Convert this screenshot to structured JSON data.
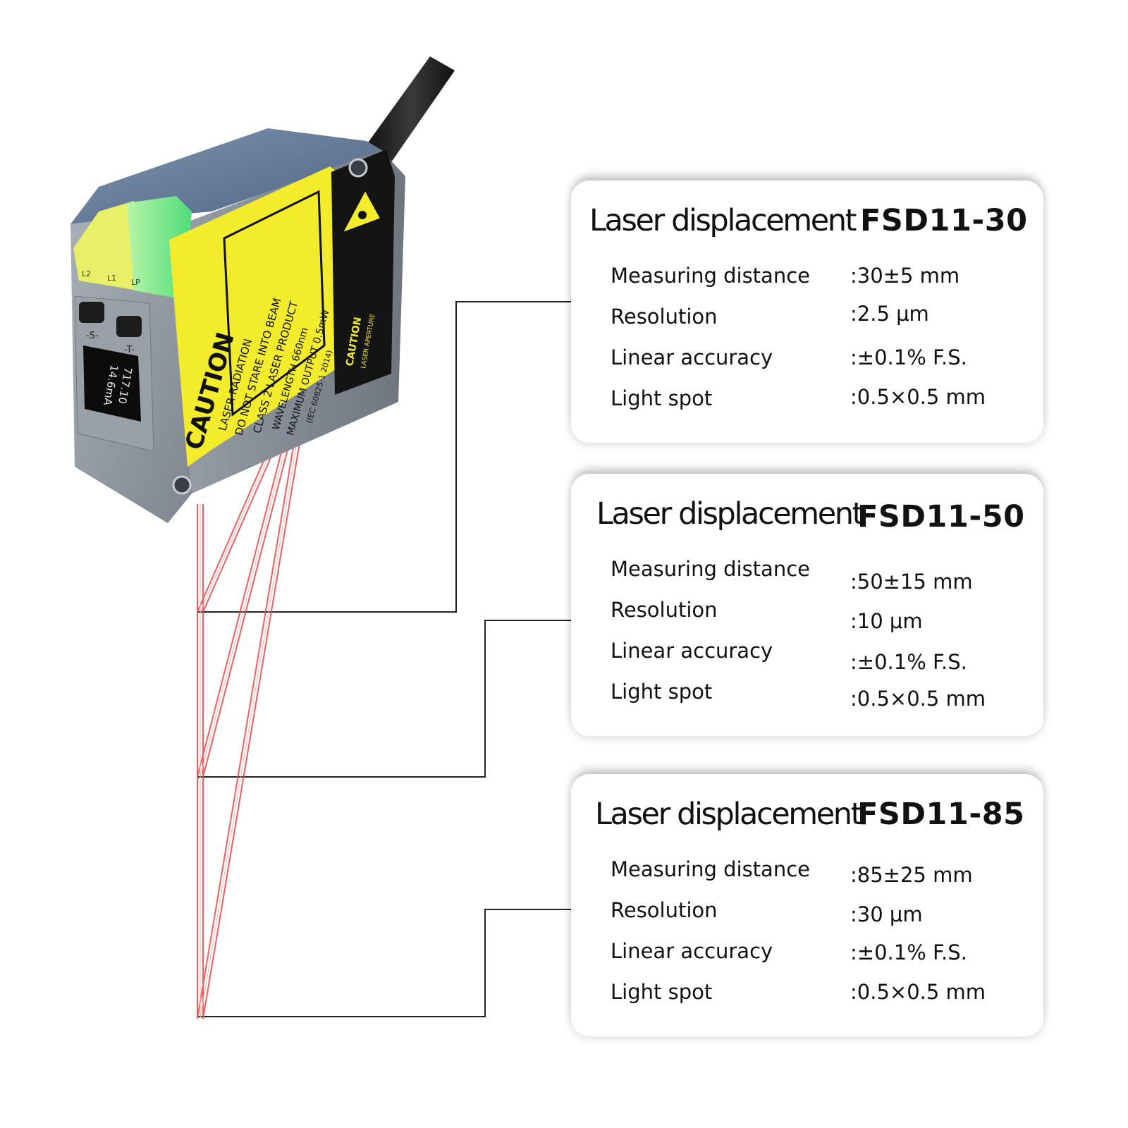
{
  "device": {
    "caution_heading": "CAUTION",
    "caution_lines": [
      "LASER RADIATION",
      "DO NOT STARE INTO BEAM",
      "CLASS 2 LASER PRODUCT",
      "WAVELENGTH 660nm",
      "MAXIMUM OUTPUT 0.5mW",
      "(IEC 60825-1 2014)"
    ],
    "aperture_label": "CAUTION",
    "aperture_sub": "LASER APERTURE",
    "display_lines": [
      "717.10",
      "14.6mA"
    ],
    "button_left_label": "-S-",
    "button_right_label": "-T-",
    "colors": {
      "body": "#8e959e",
      "top": "#5f7493",
      "label": "#f2ec2c",
      "indicator_yellow": "#e8f06a",
      "indicator_green": "#79ee92",
      "beam": "#ef4c4c"
    }
  },
  "products": [
    {
      "title": "Laser displacement",
      "model": "FSD11-30",
      "specs": [
        {
          "label": "Measuring distance",
          "value": ":30±5 mm"
        },
        {
          "label": "Resolution",
          "value": ":2.5 μm"
        },
        {
          "label": "Linear accuracy",
          "value": ":±0.1% F.S."
        },
        {
          "label": "Light spot",
          "value": ":0.5×0.5 mm"
        }
      ]
    },
    {
      "title": "Laser displacement",
      "model": "FSD11-50",
      "specs": [
        {
          "label": "Measuring distance",
          "value": ":50±15 mm"
        },
        {
          "label": "Resolution",
          "value": ":10 μm"
        },
        {
          "label": "Linear accuracy",
          "value": ":±0.1% F.S."
        },
        {
          "label": "Light spot",
          "value": ":0.5×0.5 mm"
        }
      ]
    },
    {
      "title": "Laser displacement",
      "model": "FSD11-85",
      "specs": [
        {
          "label": "Measuring distance",
          "value": ":85±25 mm"
        },
        {
          "label": "Resolution",
          "value": ":30 μm"
        },
        {
          "label": "Linear accuracy",
          "value": ":±0.1% F.S."
        },
        {
          "label": "Light spot",
          "value": ":0.5×0.5 mm"
        }
      ]
    }
  ]
}
